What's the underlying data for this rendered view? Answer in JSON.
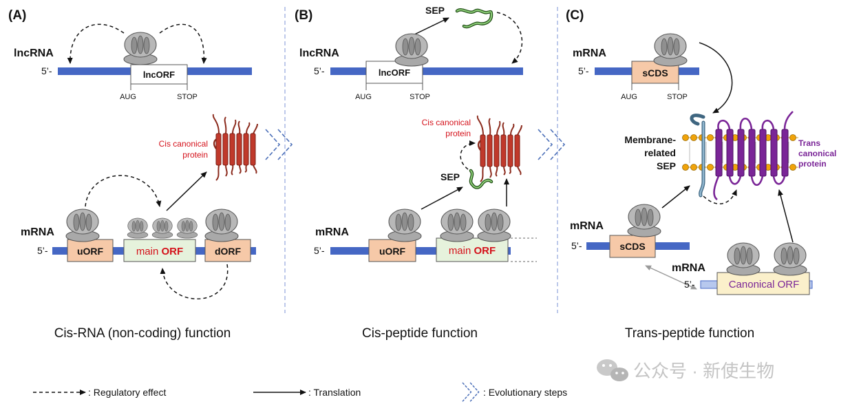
{
  "colors": {
    "rna_blue": "#4567c4",
    "orf_orange": "#f6c9a8",
    "main_green": "#e6f2dc",
    "canonical_yellow": "#fbf0cb",
    "protein_red": "#c0392b",
    "protein_purple": "#7a2597",
    "sep_green": "#3a7a2a",
    "sep_blue": "#6e9bb8",
    "red_text": "#d4111a",
    "purple_text": "#7a2597",
    "ribosome_gray": "#9e9e9e"
  },
  "panel_a": {
    "letter": "(A)",
    "rna_type": "lncRNA",
    "five_prime": "5’-",
    "lnc_orf": "lncORF",
    "aug": "AUG",
    "stop": "STOP",
    "protein_label_1": "Cis canonical",
    "protein_label_2": "protein",
    "mrna": "mRNA",
    "five_prime_2": "5’-",
    "uorf": "uORF",
    "main_word": "main",
    "orf_word": "ORF",
    "dorf": "dORF",
    "function_title": "Cis-RNA (non-coding) function"
  },
  "panel_b": {
    "letter": "(B)",
    "sep_top": "SEP",
    "rna_type": "lncRNA",
    "five_prime": "5’-",
    "lnc_orf": "lncORF",
    "aug": "AUG",
    "stop": "STOP",
    "protein_label_1": "Cis canonical",
    "protein_label_2": "protein",
    "sep_mid": "SEP",
    "mrna": "mRNA",
    "five_prime_2": "5’-",
    "uorf": "uORF",
    "main_word": "main",
    "orf_word": "ORF",
    "function_title": "Cis-peptide function"
  },
  "panel_c": {
    "letter": "(C)",
    "rna_type": "mRNA",
    "five_prime": "5’-",
    "scds": "sCDS",
    "aug": "AUG",
    "stop": "STOP",
    "membrane_1": "Membrane-",
    "membrane_2": "related",
    "membrane_3": "SEP",
    "trans_1": "Trans",
    "trans_2": "canonical",
    "trans_3": "protein",
    "mrna_2": "mRNA",
    "five_prime_2": "5’-",
    "scds_2": "sCDS",
    "mrna_3": "mRNA",
    "five_prime_3": "5’-",
    "canonical_orf": "Canonical ORF",
    "function_title": "Trans-peptide function"
  },
  "watermark": "公众号 · 新使生物",
  "legend": {
    "regulatory": ": Regulatory effect",
    "translation": ": Translation",
    "evolutionary": ": Evolutionary steps"
  }
}
